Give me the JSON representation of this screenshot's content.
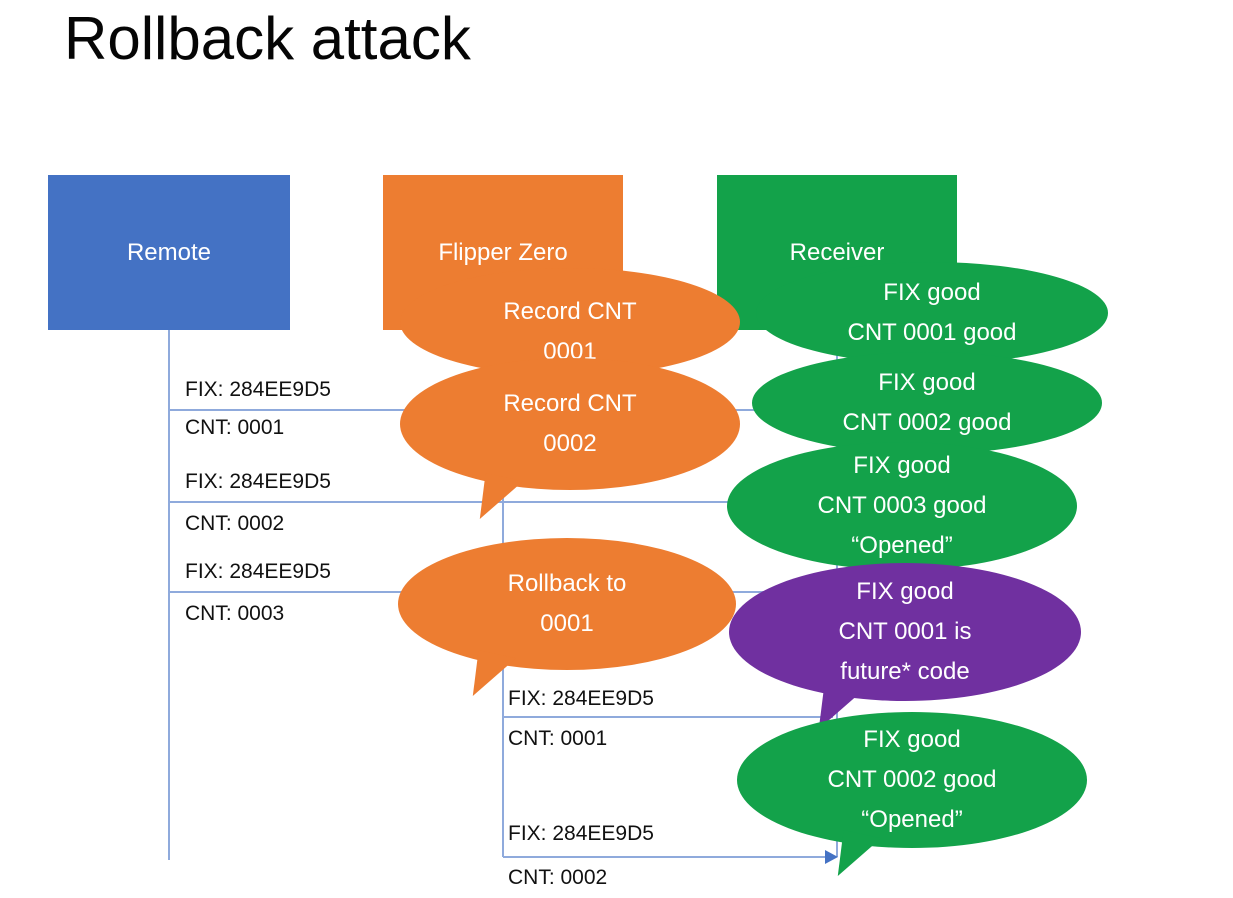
{
  "title": "Rollback attack",
  "actors": {
    "remote": {
      "label": "Remote"
    },
    "flipper": {
      "label": "Flipper Zero"
    },
    "receiver": {
      "label": "Receiver"
    }
  },
  "messages": [
    {
      "fix": "FIX: 284EE9D5",
      "cnt": "CNT: 0001"
    },
    {
      "fix": "FIX: 284EE9D5",
      "cnt": "CNT: 0002"
    },
    {
      "fix": "FIX: 284EE9D5",
      "cnt": "CNT: 0003"
    },
    {
      "fix": "FIX: 284EE9D5",
      "cnt": "CNT: 0001"
    },
    {
      "fix": "FIX: 284EE9D5",
      "cnt": "CNT: 0002"
    }
  ],
  "bubbles": [
    {
      "owner": "flipper",
      "lines": [
        "Record CNT",
        "0001"
      ]
    },
    {
      "owner": "flipper",
      "lines": [
        "Record CNT",
        "0002"
      ]
    },
    {
      "owner": "flipper",
      "lines": [
        "Rollback to",
        "0001"
      ]
    },
    {
      "owner": "receiver",
      "lines": [
        "FIX good",
        "CNT 0001 good"
      ]
    },
    {
      "owner": "receiver",
      "lines": [
        "FIX good",
        "CNT 0002 good"
      ]
    },
    {
      "owner": "receiver",
      "lines": [
        "FIX good",
        "CNT 0003 good",
        "“Opened”"
      ]
    },
    {
      "owner": "receiver",
      "lines": [
        "FIX good",
        "CNT 0001 is",
        "future* code"
      ]
    },
    {
      "owner": "receiver",
      "lines": [
        "FIX good",
        "CNT 0002 good",
        "“Opened”"
      ]
    }
  ],
  "colors": {
    "remote_blue": "#4472C4",
    "flipper_orange": "#ED7D31",
    "receiver_green": "#13A24A",
    "warning_purple": "#7030A0",
    "connector_blue": "#8FAADC",
    "arrow_blue": "#4472C4"
  }
}
